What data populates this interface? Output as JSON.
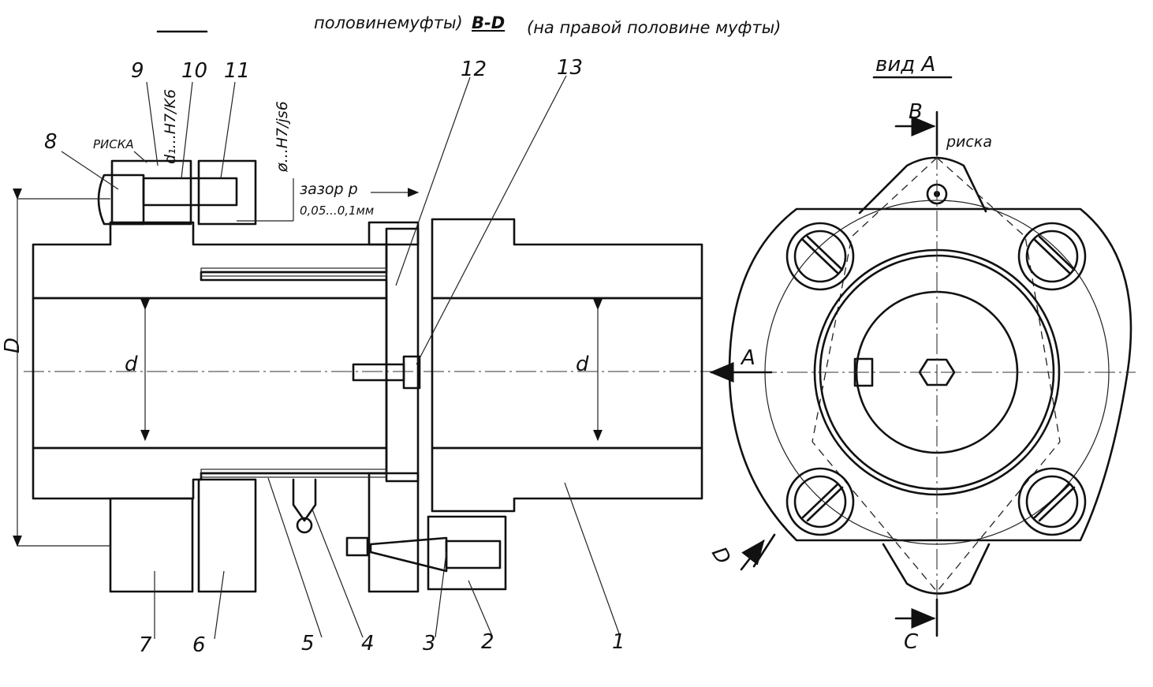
{
  "heading": {
    "left_part": "половинемуфты)",
    "section": "B-D",
    "right_part": "(на правой половине муфты)"
  },
  "view_title": "вид А",
  "marks": {
    "risk_left": "РИСКА",
    "risk_right": "риска",
    "fit_1": "d₁...H7/K6",
    "fit_2": "ø...H7/js6",
    "gap_1": "зазор р",
    "gap_2": "0,05...0,1мм",
    "D": "D",
    "d_left": "d",
    "d_right": "d",
    "A_arrow": "A",
    "B": "B",
    "C": "C",
    "D_arrow": "D"
  },
  "part_numbers": [
    "1",
    "2",
    "3",
    "4",
    "5",
    "6",
    "7",
    "8",
    "9",
    "10",
    "11",
    "12",
    "13"
  ]
}
